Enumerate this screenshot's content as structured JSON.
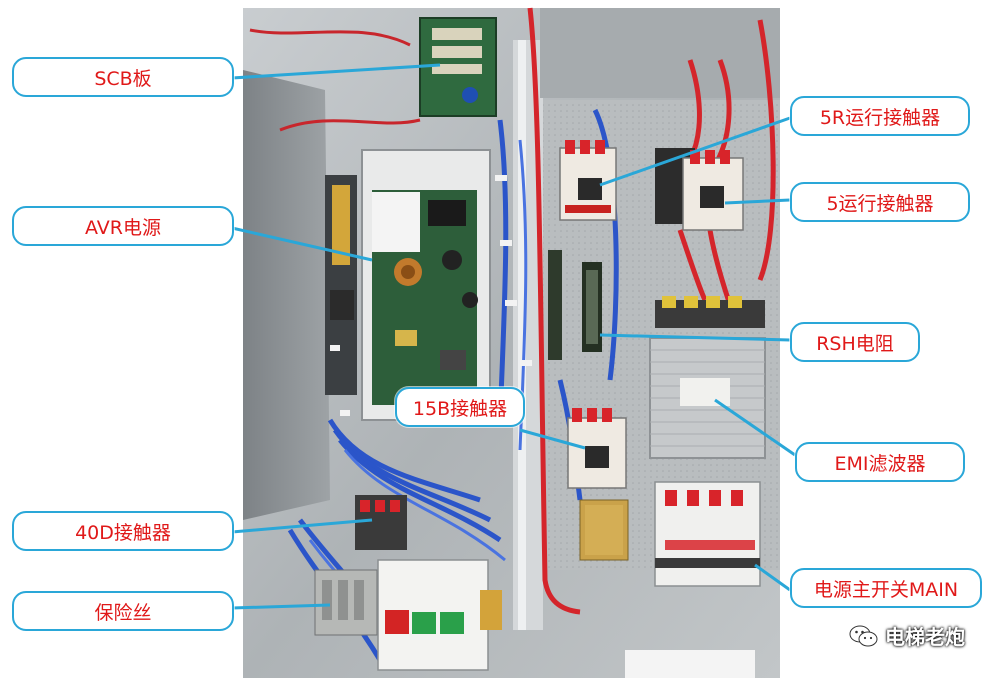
{
  "labels": {
    "scb": "SCB板",
    "avr": "AVR电源",
    "contactor_40d": "40D接触器",
    "fuse": "保险丝",
    "contactor_5r": "5R运行接触器",
    "contactor_5": "5运行接触器",
    "rsh": "RSH电阻",
    "contactor_15b": "15B接触器",
    "emi": "EMI滤波器",
    "main_switch": "电源主开关MAIN"
  },
  "watermark": {
    "text": "电梯老炮",
    "icon": "wechat-icon"
  },
  "colors": {
    "label_border": "#2aa7d8",
    "label_text": "#e01919",
    "pointer": "#2aa7d8"
  }
}
